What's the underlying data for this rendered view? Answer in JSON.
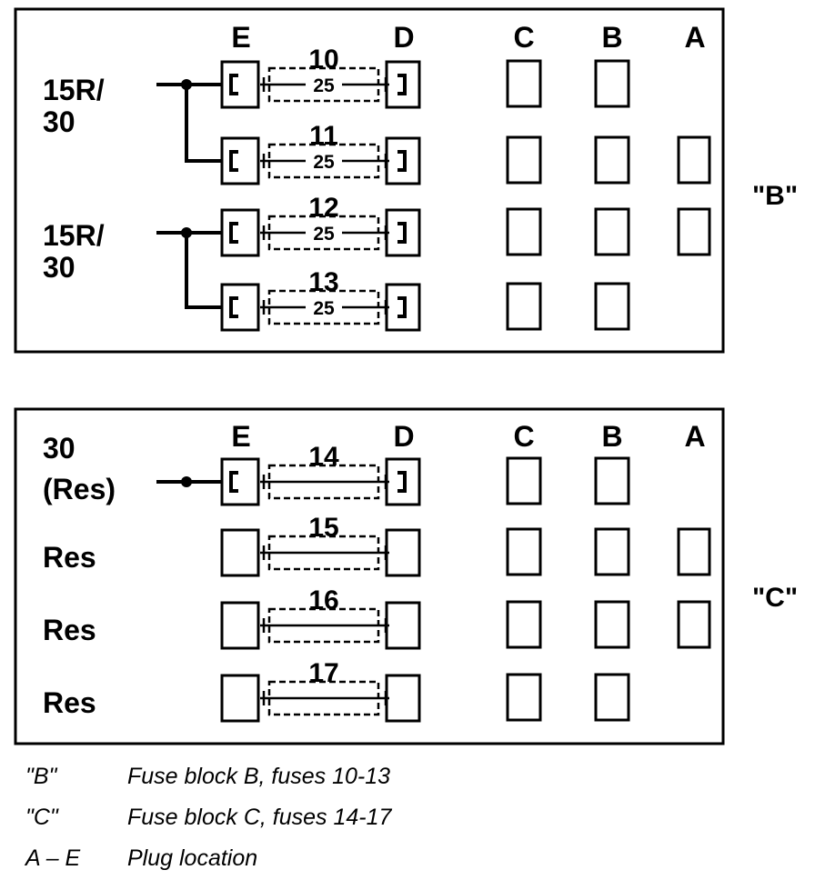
{
  "columns": [
    "E",
    "D",
    "C",
    "B",
    "A"
  ],
  "block_b": {
    "tag": "\"B\"",
    "feeds": [
      {
        "line1": "15R/",
        "line2": "30"
      },
      {
        "line1": "15R/",
        "line2": "30"
      }
    ],
    "fuses": [
      {
        "num": "10",
        "amp": "25",
        "plug_c": true,
        "plug_b": true,
        "plug_a": false
      },
      {
        "num": "11",
        "amp": "25",
        "plug_c": true,
        "plug_b": true,
        "plug_a": true
      },
      {
        "num": "12",
        "amp": "25",
        "plug_c": true,
        "plug_b": true,
        "plug_a": true
      },
      {
        "num": "13",
        "amp": "25",
        "plug_c": true,
        "plug_b": true,
        "plug_a": false
      }
    ]
  },
  "block_c": {
    "tag": "\"C\"",
    "feeds": [
      {
        "line1": "30",
        "line2": "(Res)"
      },
      {
        "line1": "Res"
      },
      {
        "line1": "Res"
      },
      {
        "line1": "Res"
      }
    ],
    "fuses": [
      {
        "num": "14",
        "plug_c": true,
        "plug_b": true,
        "plug_a": false
      },
      {
        "num": "15",
        "plug_c": true,
        "plug_b": true,
        "plug_a": true
      },
      {
        "num": "16",
        "plug_c": true,
        "plug_b": true,
        "plug_a": true
      },
      {
        "num": "17",
        "plug_c": true,
        "plug_b": true,
        "plug_a": false
      }
    ]
  },
  "legend": [
    {
      "key": "\"B\"",
      "text": "Fuse block B, fuses 10-13"
    },
    {
      "key": "\"C\"",
      "text": "Fuse block C, fuses 14-17"
    },
    {
      "key": "A – E",
      "text": "Plug location"
    }
  ]
}
